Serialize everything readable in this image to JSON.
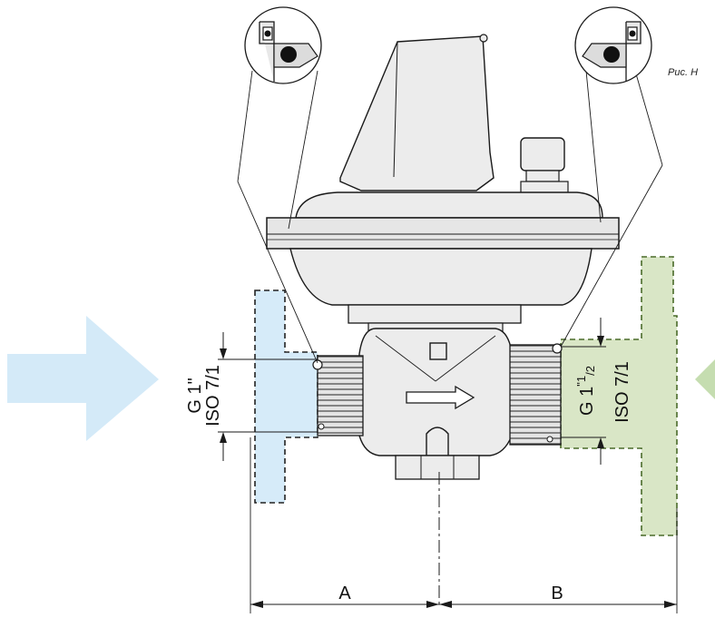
{
  "figure_label": "Рис. Н",
  "inlet_thread": {
    "line1": "G 1\"",
    "line2": "ISO 7/1"
  },
  "outlet_thread": {
    "g": "G 1",
    "sup": "\"1",
    "sub": "/2",
    "iso": "ISO 7/1"
  },
  "dimensions": {
    "a": "A",
    "b": "B"
  },
  "colors": {
    "inlet_fill": "#d6ebf9",
    "outlet_fill": "#d9e6c6",
    "outlet_stroke": "#4a6b2a",
    "flow_arrow": "#d4eaf8",
    "outlet_arrow": "#c5ddb0",
    "body": "#ececec",
    "stroke": "#1a1a1a"
  },
  "icons": [
    "flow-arrow-icon",
    "seal-detail-icon"
  ]
}
